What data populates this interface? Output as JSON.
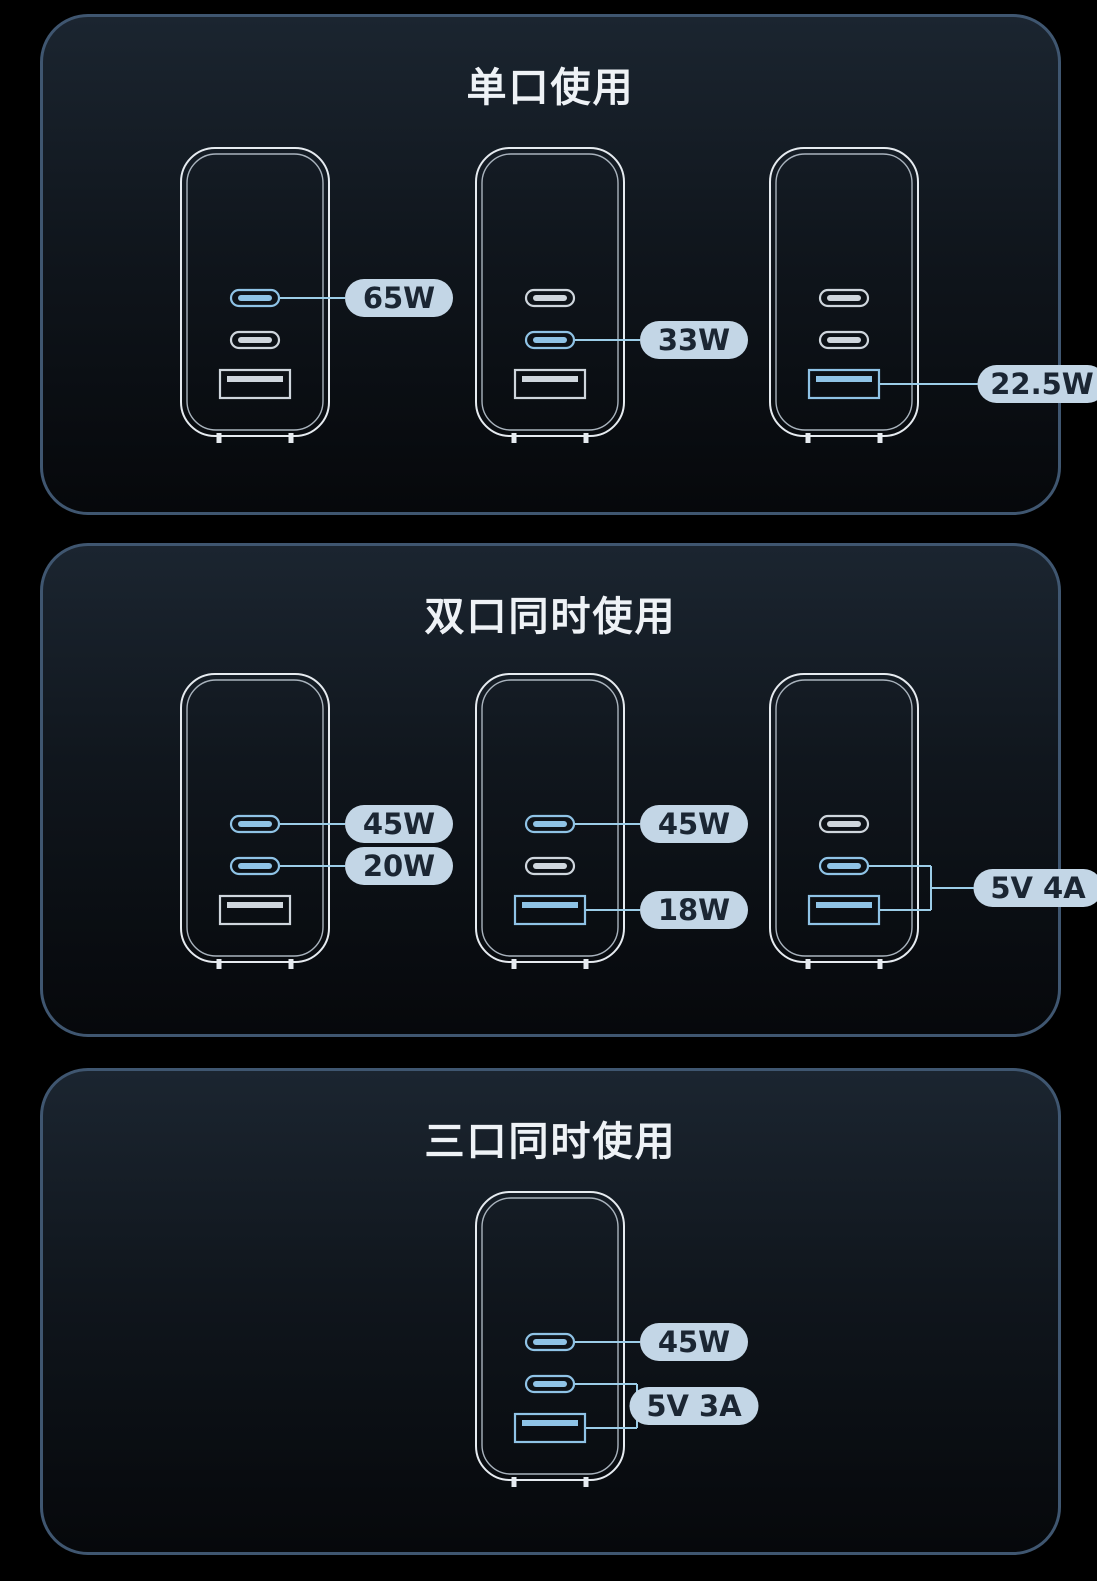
{
  "panels": [
    {
      "title": "单口使用",
      "chargers": [
        {
          "ports": [
            {
              "type": "usb-c",
              "active": true,
              "label": "65W"
            },
            {
              "type": "usb-c",
              "active": false
            },
            {
              "type": "usb-a",
              "active": false
            }
          ]
        },
        {
          "ports": [
            {
              "type": "usb-c",
              "active": false
            },
            {
              "type": "usb-c",
              "active": true,
              "label": "33W"
            },
            {
              "type": "usb-a",
              "active": false
            }
          ]
        },
        {
          "ports": [
            {
              "type": "usb-c",
              "active": false
            },
            {
              "type": "usb-c",
              "active": false
            },
            {
              "type": "usb-a",
              "active": true,
              "label": "22.5W"
            }
          ]
        }
      ]
    },
    {
      "title": "双口同时使用",
      "chargers": [
        {
          "ports": [
            {
              "type": "usb-c",
              "active": true,
              "label": "45W"
            },
            {
              "type": "usb-c",
              "active": true,
              "label": "20W"
            },
            {
              "type": "usb-a",
              "active": false
            }
          ]
        },
        {
          "ports": [
            {
              "type": "usb-c",
              "active": true,
              "label": "45W"
            },
            {
              "type": "usb-c",
              "active": false
            },
            {
              "type": "usb-a",
              "active": true,
              "label": "18W"
            }
          ]
        },
        {
          "ports": [
            {
              "type": "usb-c",
              "active": false
            },
            {
              "type": "usb-c",
              "active": true
            },
            {
              "type": "usb-a",
              "active": true
            }
          ],
          "shared_label": "5V 4A"
        }
      ]
    },
    {
      "title": "三口同时使用",
      "chargers": [
        {
          "ports": [
            {
              "type": "usb-c",
              "active": true,
              "label": "45W"
            },
            {
              "type": "usb-c",
              "active": true
            },
            {
              "type": "usb-a",
              "active": true
            }
          ],
          "shared_label": "5V 3A"
        }
      ]
    }
  ],
  "colors": {
    "active_port": "#8fc3e6",
    "inactive_port": "#cfd6dd",
    "connector_line": "#9ccde8",
    "pill_fill": "#c3d6e6",
    "pill_text": "#1b2633",
    "panel_border": "#3f5670"
  }
}
